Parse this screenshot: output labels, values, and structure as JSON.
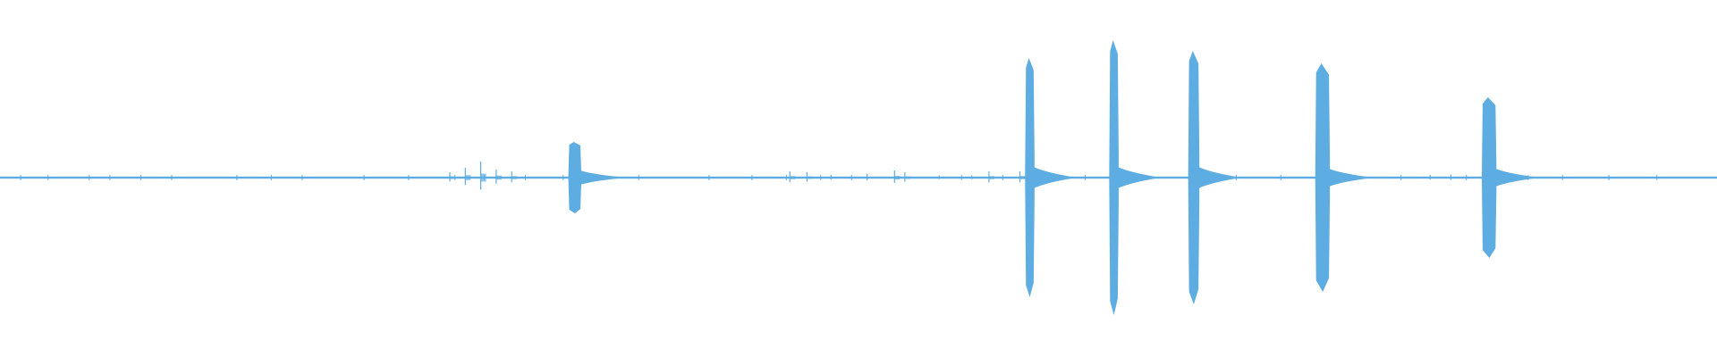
{
  "waveform": {
    "color": "#5dade2",
    "background": "#ffffff",
    "baseline_amplitude": 0.006,
    "noise_ticks": [
      0.012,
      0.028,
      0.052,
      0.064,
      0.082,
      0.1,
      0.138,
      0.158,
      0.176,
      0.212,
      0.238,
      0.265,
      0.282,
      0.306,
      0.328,
      0.348,
      0.372,
      0.413,
      0.438,
      0.458,
      0.478,
      0.496,
      0.56,
      0.584,
      0.611,
      0.632,
      0.666,
      0.694,
      0.72,
      0.746,
      0.786,
      0.816,
      0.854,
      0.868,
      0.89,
      0.91,
      0.937,
      0.965
    ],
    "small_spikes": [
      {
        "x": 0.262,
        "amp": 0.03
      },
      {
        "x": 0.271,
        "amp": 0.055
      },
      {
        "x": 0.28,
        "amp": 0.09
      },
      {
        "x": 0.289,
        "amp": 0.045
      },
      {
        "x": 0.298,
        "amp": 0.035
      },
      {
        "x": 0.46,
        "amp": 0.035
      },
      {
        "x": 0.47,
        "amp": 0.03
      },
      {
        "x": 0.484,
        "amp": 0.015
      },
      {
        "x": 0.505,
        "amp": 0.02
      },
      {
        "x": 0.521,
        "amp": 0.04
      },
      {
        "x": 0.527,
        "amp": 0.03
      },
      {
        "x": 0.547,
        "amp": 0.012
      },
      {
        "x": 0.566,
        "amp": 0.012
      },
      {
        "x": 0.576,
        "amp": 0.035
      },
      {
        "x": 0.594,
        "amp": 0.035
      },
      {
        "x": 0.833,
        "amp": 0.015
      },
      {
        "x": 0.845,
        "amp": 0.018
      }
    ],
    "bursts": [
      {
        "x": 0.331,
        "width": 0.007,
        "amp": 0.2,
        "decay_len": 0.022,
        "decay_amp": 0.04
      },
      {
        "x": 0.597,
        "width": 0.005,
        "amp": 0.67,
        "decay_len": 0.022,
        "decay_amp": 0.06
      },
      {
        "x": 0.646,
        "width": 0.005,
        "amp": 0.77,
        "decay_len": 0.022,
        "decay_amp": 0.06
      },
      {
        "x": 0.692,
        "width": 0.006,
        "amp": 0.71,
        "decay_len": 0.022,
        "decay_amp": 0.06
      },
      {
        "x": 0.766,
        "width": 0.008,
        "amp": 0.64,
        "decay_len": 0.022,
        "decay_amp": 0.05
      },
      {
        "x": 0.863,
        "width": 0.008,
        "amp": 0.45,
        "decay_len": 0.022,
        "decay_amp": 0.05
      }
    ]
  }
}
